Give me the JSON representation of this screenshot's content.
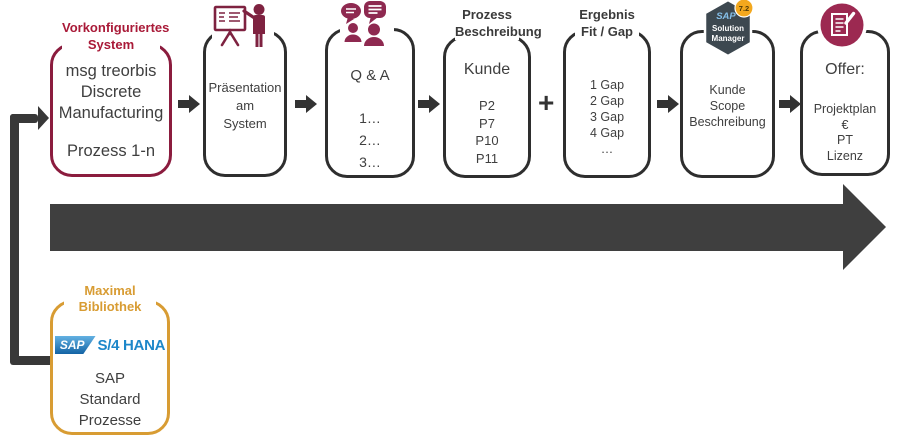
{
  "colors": {
    "maroon_border": "#8B1C3E",
    "maroon_label": "#A91A38",
    "maroon_icon": "#8E2950",
    "gray_border": "#2e2e2e",
    "body_text": "#3f3f3f",
    "arrow_gray": "#3f3f3f",
    "orange_border": "#D89C33",
    "sap_blue": "#1D87C9",
    "badge_bg": "#3D4850",
    "badge_version_bg": "#F3A81E"
  },
  "stages": {
    "system": {
      "label": [
        "Vorkonfiguriertes",
        "System"
      ],
      "body": [
        "msg treorbis",
        "Discrete",
        "Manufacturing"
      ],
      "footer": "Prozess 1-n"
    },
    "presentation": {
      "body": [
        "Präsentation",
        "am",
        "System"
      ]
    },
    "qa": {
      "title": "Q & A",
      "body": [
        "1…",
        "2…",
        "3…"
      ]
    },
    "prozess": {
      "label": [
        "Prozess",
        "Beschreibung"
      ],
      "title": "Kunde",
      "body": [
        "P2",
        "P7",
        "P10",
        "P11"
      ]
    },
    "ergebnis": {
      "label": [
        "Ergebnis",
        "Fit / Gap"
      ],
      "body": [
        "1 Gap",
        "2 Gap",
        "3 Gap",
        "4 Gap",
        "…"
      ]
    },
    "scope": {
      "body": [
        "Kunde",
        "Scope",
        "Beschreibung"
      ],
      "badge": {
        "brand": "SAP",
        "name": [
          "Solution",
          "Manager"
        ],
        "version": "7.2"
      }
    },
    "offer": {
      "title": "Offer:",
      "body": [
        "Projektplan",
        "€",
        "PT",
        "Lizenz"
      ]
    }
  },
  "operators": {
    "plus": "+"
  },
  "library": {
    "label": [
      "Maximal",
      "Bibliothek"
    ],
    "logo": {
      "brand": "SAP",
      "product": "S/4 HANA"
    },
    "body": [
      "SAP",
      "Standard",
      "Prozesse"
    ]
  }
}
